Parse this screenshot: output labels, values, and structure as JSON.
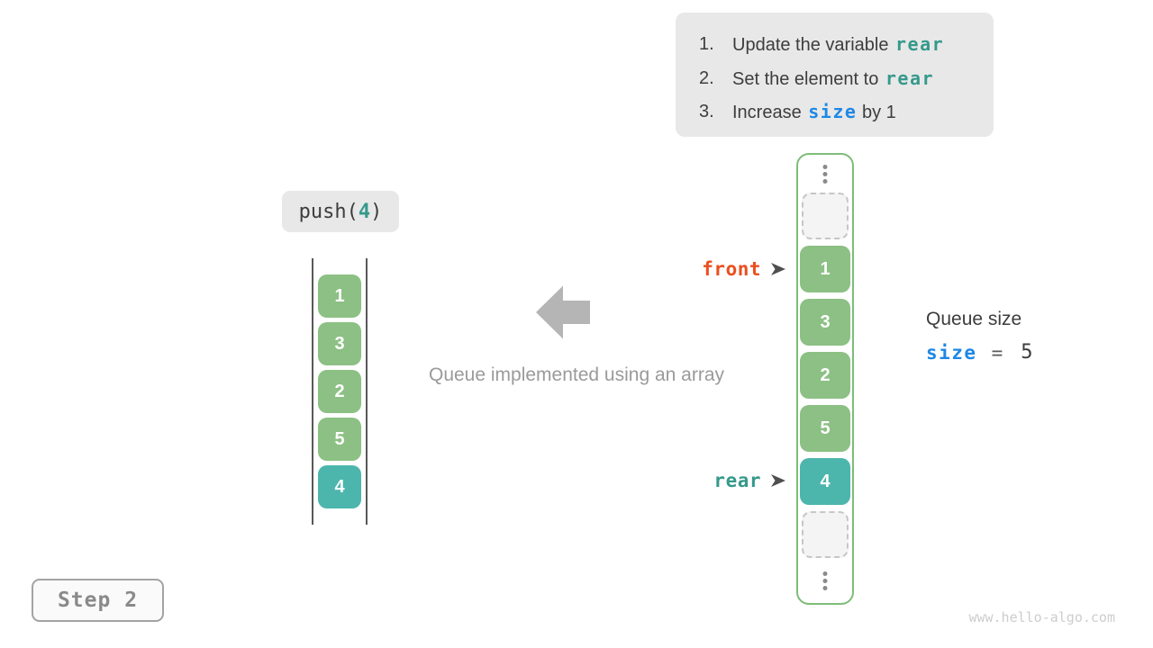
{
  "colors": {
    "cell_green": "#8cc084",
    "cell_teal": "#4db6ac",
    "panel_border_green": "#7dbd78",
    "code_teal": "#35998b",
    "code_blue": "#1e88e5",
    "code_orange": "#ec4e1d",
    "box_gray": "#e8e8e8",
    "arrow_gray": "#b5b5b5"
  },
  "icons": {
    "big_arrow": "left-block-arrow",
    "pointer_arrow": "right-dart",
    "ellipsis": "vertical-dots"
  },
  "instructions": {
    "items": [
      {
        "num": "1.",
        "prefix": "Update the variable ",
        "code": "rear",
        "suffix": ""
      },
      {
        "num": "2.",
        "prefix": "Set the element to ",
        "code": "rear",
        "suffix": ""
      },
      {
        "num": "3.",
        "prefix": "Increase ",
        "code": "size",
        "suffix": " by 1"
      }
    ]
  },
  "push_label": {
    "open": "push(",
    "arg": "4",
    "close": ")"
  },
  "left_queue": {
    "cells": [
      {
        "value": "1",
        "color": "green"
      },
      {
        "value": "3",
        "color": "green"
      },
      {
        "value": "2",
        "color": "green"
      },
      {
        "value": "5",
        "color": "green"
      },
      {
        "value": "4",
        "color": "teal"
      }
    ]
  },
  "caption": "Queue implemented using an array",
  "array_panel": {
    "cells": [
      {
        "type": "ellipsis"
      },
      {
        "type": "empty"
      },
      {
        "type": "filled",
        "value": "1",
        "color": "green"
      },
      {
        "type": "filled",
        "value": "3",
        "color": "green"
      },
      {
        "type": "filled",
        "value": "2",
        "color": "green"
      },
      {
        "type": "filled",
        "value": "5",
        "color": "green"
      },
      {
        "type": "filled",
        "value": "4",
        "color": "teal"
      },
      {
        "type": "empty"
      },
      {
        "type": "ellipsis"
      }
    ]
  },
  "pointers": {
    "front": {
      "label": "front"
    },
    "rear": {
      "label": "rear"
    }
  },
  "queue_size": {
    "title": "Queue size",
    "var": "size",
    "equals": "=",
    "value": "5"
  },
  "step": {
    "label": "Step 2"
  },
  "watermark": "www.hello-algo.com"
}
